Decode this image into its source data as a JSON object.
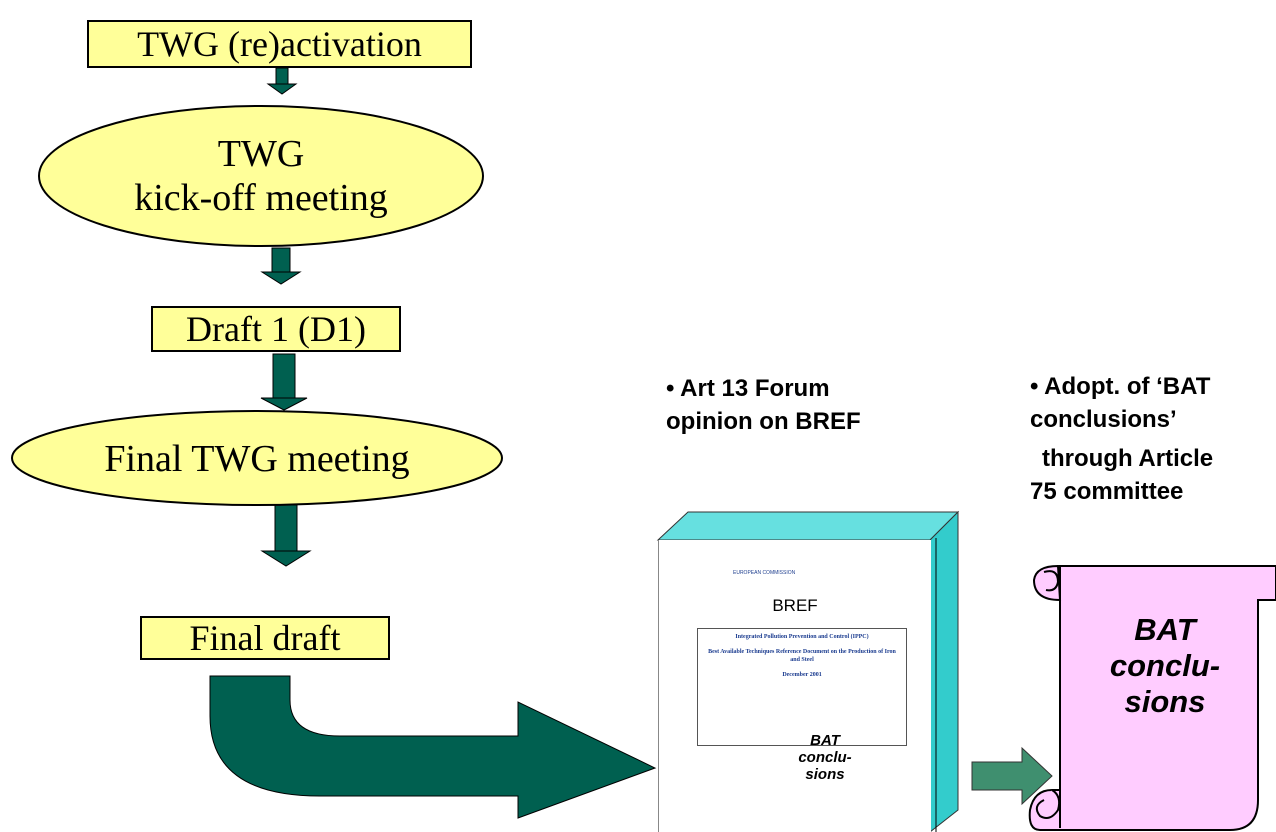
{
  "flow": {
    "step1": "TWG (re)activation",
    "step2_line1": "TWG",
    "step2_line2": "kick-off meeting",
    "step3": "Draft 1 (D1)",
    "step4": "Final TWG meeting",
    "step5": "Final draft"
  },
  "forum": {
    "line1": "• Art 13 Forum",
    "line2": "opinion on BREF"
  },
  "adopt": {
    "line1": "• Adopt. of ‘BAT",
    "line2": "conclusions’",
    "line3": "through Article",
    "line4": "75 committee"
  },
  "book": {
    "org": "EUROPEAN COMMISSION",
    "title": "BREF",
    "box_line1": "Integrated Pollution Prevention and Control (IPPC)",
    "box_line2": "Best Available Techniques Reference Document on the Production of Iron and Steel",
    "box_line3": "December 2001",
    "scroll_line1": "BAT",
    "scroll_line2": "conclu-",
    "scroll_line3": "sions"
  },
  "big_scroll": {
    "line1": "BAT",
    "line2": "conclu-",
    "line3": "sions"
  },
  "colors": {
    "arrow_fill": "#006050",
    "box_yellow": "#ffff99",
    "scroll_pink": "#ffccff",
    "book_side": "#33cccc",
    "small_arrow": "#3f8f6f"
  }
}
